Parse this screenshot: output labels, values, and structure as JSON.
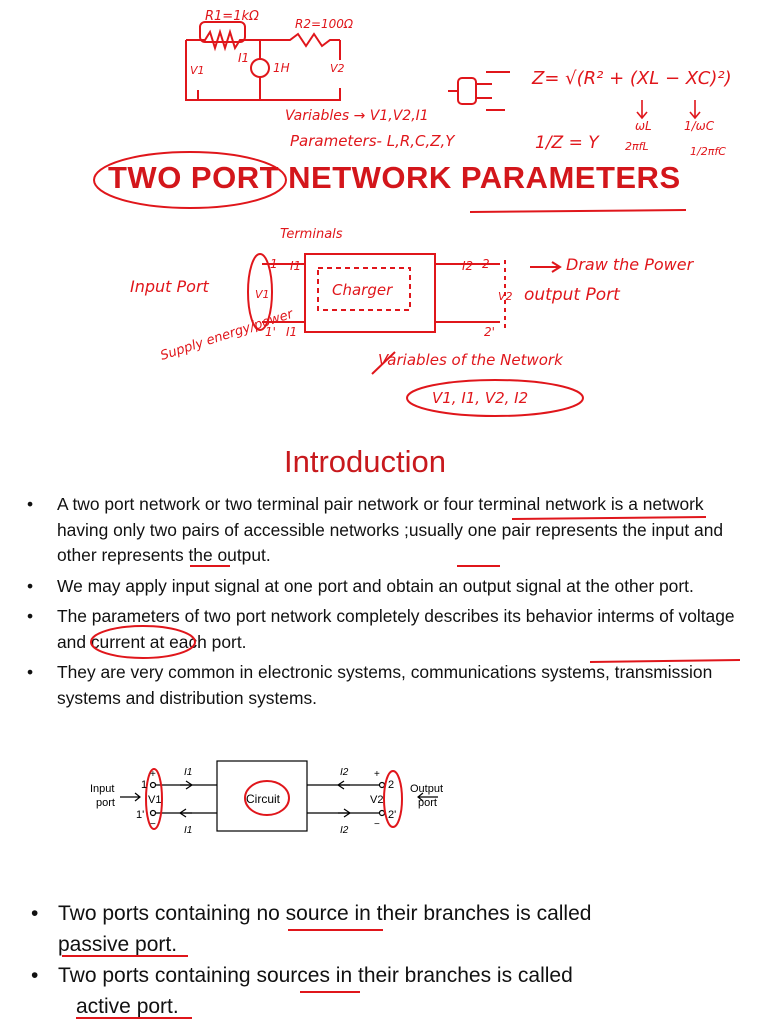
{
  "title": "TWO PORT NETWORK PARAMETERS",
  "top_notes": {
    "r1": "R1=1kΩ",
    "r2": "R2=100Ω",
    "i1": "I1",
    "inductor": "1H",
    "v1": "V1",
    "v2": "V2",
    "variables": "Variables → V1,V2,I1",
    "parameters": "Parameters- L,R,C,Z,Y",
    "impedance": "Z= √(R² + (XL − XC)²)",
    "omega_l": "ωL",
    "two_pi_fl": "2πfL",
    "one_over_wc": "1/ωC",
    "one_over_2pifc": "1/2πfC",
    "admittance": "1/Z = Y"
  },
  "sketch": {
    "terminals": "Terminals",
    "input_port": "Input Port",
    "supply": "Supply energy/power",
    "charger": "Charger",
    "output_note": "Draw the Power",
    "output_port": "output Port",
    "variables_note": "Variables of the Network",
    "variables_list": "V1, I1, V2, I2",
    "t1": "1",
    "t1p": "1'",
    "t2": "2",
    "t2p": "2'",
    "i1": "I1",
    "i2": "I2",
    "v1": "V1",
    "v2": "V2"
  },
  "intro_heading": "Introduction",
  "bullets": [
    "A two port network or two terminal pair network or four terminal network is a network having only two pairs of accessible networks ;usually one pair represents the input and other represents the output.",
    "We may apply input signal at one port and obtain an output signal at the other port.",
    "The parameters of two port network completely describes its behavior interms of voltage and current at each port.",
    "They are very common in electronic systems, communications systems, transmission systems and distribution systems."
  ],
  "diagram": {
    "input_port_l1": "Input",
    "input_port_l2": "port",
    "output_port_l1": "Output",
    "output_port_l2": "port",
    "circuit": "Circuit",
    "t1": "1",
    "t1p": "1'",
    "t2": "2",
    "t2p": "2'",
    "v1": "V1",
    "v2": "V2",
    "i1": "I1",
    "i2": "I2",
    "plus": "+",
    "minus": "−"
  },
  "bullets2": [
    {
      "line1": "Two ports containing no source in their branches is called",
      "line2": "passive port."
    },
    {
      "line1": "Two ports containing sources in their branches is called",
      "line2": "active port."
    }
  ]
}
